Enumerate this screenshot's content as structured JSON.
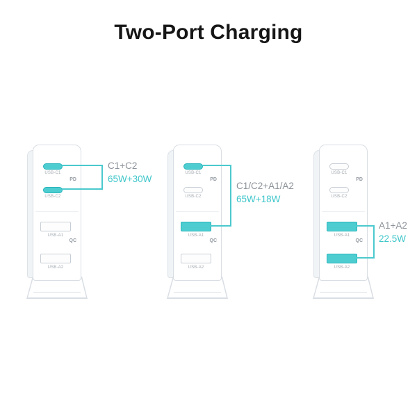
{
  "title": "Two-Port Charging",
  "colors": {
    "accent": "#4ecdd1",
    "outline": "#d9dee4",
    "port_label": "#a3aab1",
    "combo_text": "#8d939a",
    "power_text": "#3fc6ca"
  },
  "chargers": [
    {
      "ports": [
        {
          "label": "USB-C1",
          "type": "usb-c",
          "highlight": true
        },
        {
          "label": "USB-C2",
          "type": "usb-c",
          "highlight": true
        },
        {
          "label": "USB-A1",
          "type": "usb-a",
          "highlight": false
        },
        {
          "label": "USB-A2",
          "type": "usb-a",
          "highlight": false
        }
      ],
      "badges": {
        "pd": "PD",
        "qc": "QC"
      },
      "callout": {
        "combo": "C1+C2",
        "power": "65W+30W"
      }
    },
    {
      "ports": [
        {
          "label": "USB-C1",
          "type": "usb-c",
          "highlight": true
        },
        {
          "label": "USB-C2",
          "type": "usb-c",
          "highlight": false
        },
        {
          "label": "USB-A1",
          "type": "usb-a",
          "highlight": true
        },
        {
          "label": "USB-A2",
          "type": "usb-a",
          "highlight": false
        }
      ],
      "badges": {
        "pd": "PD",
        "qc": "QC"
      },
      "callout": {
        "combo": "C1/C2+A1/A2",
        "power": "65W+18W"
      }
    },
    {
      "ports": [
        {
          "label": "USB-C1",
          "type": "usb-c",
          "highlight": false
        },
        {
          "label": "USB-C2",
          "type": "usb-c",
          "highlight": false
        },
        {
          "label": "USB-A1",
          "type": "usb-a",
          "highlight": true
        },
        {
          "label": "USB-A2",
          "type": "usb-a",
          "highlight": true
        }
      ],
      "badges": {
        "pd": "PD",
        "qc": "QC"
      },
      "callout": {
        "combo": "A1+A2",
        "power": "22.5W"
      }
    }
  ]
}
